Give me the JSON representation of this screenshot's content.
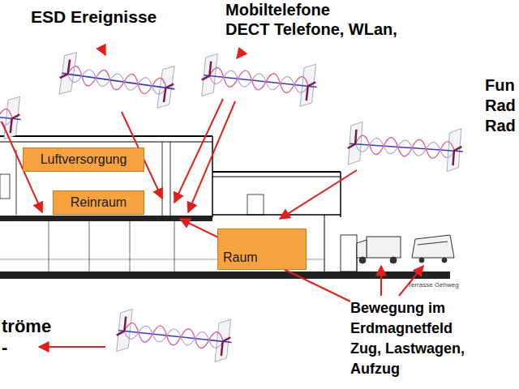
{
  "diagram": {
    "nodes": [
      {
        "text": [
          "Luftversorgung"
        ]
      },
      {
        "text": [
          "Reinraum"
        ]
      },
      {
        "text": [
          "Raum"
        ]
      }
    ],
    "labels": [
      "ESD Ereignisse",
      "Mobiltelefone",
      "DECT Telefone, WLan,",
      "Fun",
      "Rad",
      "Rad",
      "tröme",
      "-",
      "Terrasse Gehweg",
      "Bewegung im Erdmagnetfeld Zug, Lastwagen, Aufzug"
    ]
  }
}
